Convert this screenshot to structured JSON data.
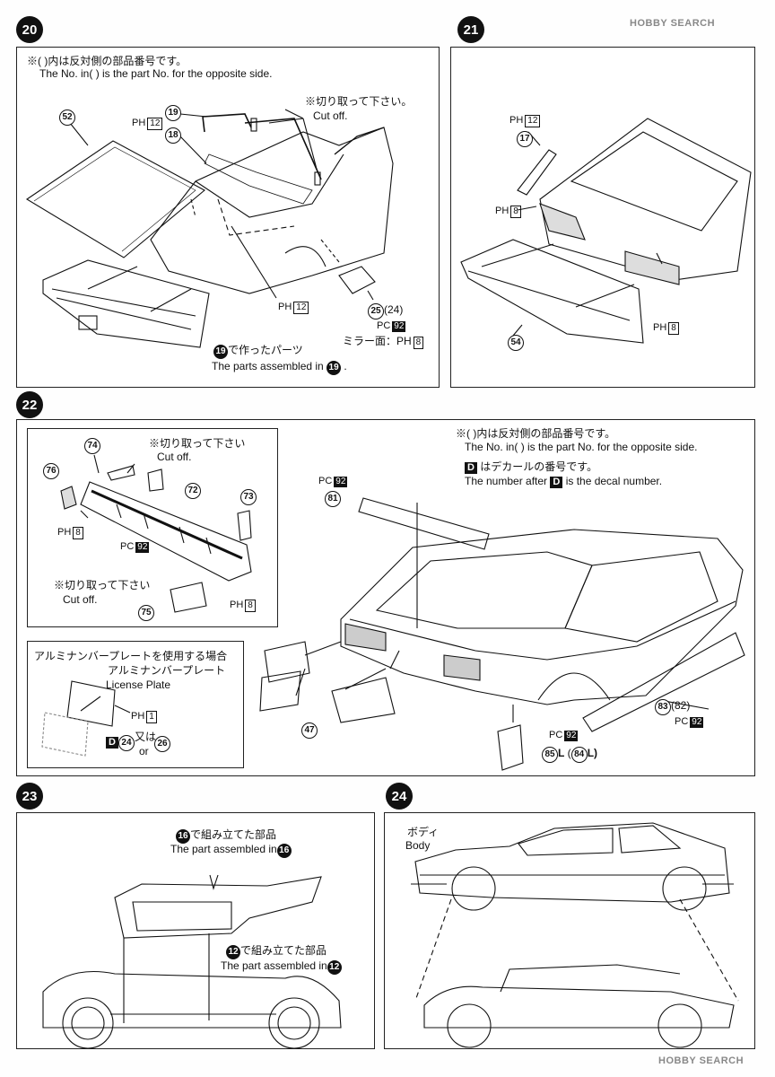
{
  "steps": {
    "s20": {
      "badge": "20"
    },
    "s21": {
      "badge": "21"
    },
    "s22": {
      "badge": "22"
    },
    "s23": {
      "badge": "23"
    },
    "s24": {
      "badge": "24"
    }
  },
  "step20": {
    "note_jp": "※(  )内は反対側の部品番号です。",
    "note_en": "The No. in(   ) is the part No. for the opposite side.",
    "cut_jp": "※切り取って下さい。",
    "cut_en": "Cut off.",
    "part52": "52",
    "part19": "19",
    "part18": "18",
    "code19": "PH",
    "code19_num": "12",
    "code18": "PH",
    "code18_num": "12",
    "code_mid": "PH",
    "code_mid_num": "12",
    "part25": "25",
    "part24": "(24)",
    "pc": "PC",
    "pc_num": "92",
    "mirror_jp": "ミラー面：PH",
    "mirror_num": "8",
    "made_jp": "で作ったパーツ",
    "made_num": "19",
    "made_en": "The parts assembled in",
    "made_en_num": "19",
    "made_en_end": "."
  },
  "step21": {
    "code_top": "PH",
    "code_top_num": "12",
    "part17": "17",
    "code_left": "PH",
    "code_left_num": "8",
    "part54": "54",
    "code_right": "PH",
    "code_right_num": "8"
  },
  "step22": {
    "note_jp": "※(  )内は反対側の部品番号です。",
    "note_en": "The No. in(   ) is the part No. for the opposite side.",
    "decal_jp": "はデカールの番号です。",
    "decal_d": "D",
    "decal_en_a": "The number after",
    "decal_en_b": "is the decal number.",
    "inset_cut1_jp": "※切り取って下さい",
    "inset_cut1_en": "Cut off.",
    "inset_cut2_jp": "※切り取って下さい",
    "inset_cut2_en": "Cut off.",
    "part74": "74",
    "part76": "76",
    "part72": "72",
    "part73": "73",
    "part75": "75",
    "ph8_a": "8",
    "pc92_a": "92",
    "ph8_b": "8",
    "plate_title_jp": "アルミナンバープレートを使用する場合",
    "plate_jp": "アルミナンバープレート",
    "plate_en": "License Plate",
    "ph1": "1",
    "d24": "24",
    "or_jp": "又は",
    "or_en": "or",
    "part26": "26",
    "pc92_spoiler": "92",
    "part81": "81",
    "part47": "47",
    "part83": "83",
    "part82": "(82)",
    "pc92_side": "92",
    "pc92_flap": "92",
    "part85": "85",
    "part85_l": "L",
    "part84": "84",
    "part84_l": "L)"
  },
  "step23": {
    "a16_jp": "で組み立てた部品",
    "a16_num": "16",
    "a16_en": "The part assembled in",
    "a16_en_num": "16",
    "a12_jp": "で組み立てた部品",
    "a12_num": "12",
    "a12_en": "The part assembled in",
    "a12_en_num": "12"
  },
  "step24": {
    "body_jp": "ボディ",
    "body_en": "Body"
  },
  "watermarks": {
    "top": "HOBBY SEARCH",
    "bottom": "HOBBY SEARCH"
  },
  "colors": {
    "ink": "#111111",
    "panel_border": "#222222",
    "paper": "#fefefe"
  }
}
